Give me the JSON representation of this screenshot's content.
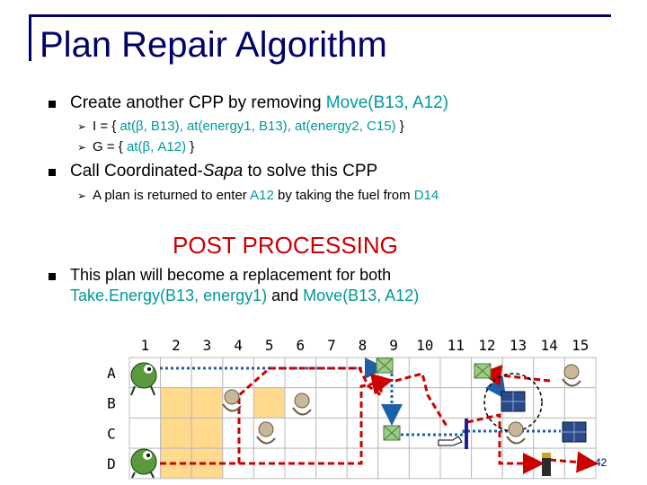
{
  "slide": {
    "title": "Plan Repair Algorithm",
    "page_number": "42",
    "bullet1": {
      "prefix": "Create another CPP by removing ",
      "highlight": "Move(B13, A12)"
    },
    "sub1a": {
      "prefix": "I  =  { ",
      "highlight": "at(β, B13), at(energy1, B13), at(energy2, C15)",
      "suffix": " }"
    },
    "sub1b": {
      "prefix": "G = { ",
      "highlight": "at(β, A12)",
      "suffix": " }"
    },
    "bullet2": {
      "prefix": "Call Coordinated-",
      "italic": "Sapa",
      "suffix": " to solve this CPP"
    },
    "sub2a": {
      "prefix": "A plan is returned to enter ",
      "hl1": "A12",
      "mid": " by taking the fuel from ",
      "hl2": "D14"
    },
    "post_processing": "POST PROCESSING",
    "bullet3": {
      "line1": "This plan will become a replacement for both",
      "hl1": "Take.Energy(B13, energy1)",
      "mid": " and ",
      "hl2": "Move(B13, A12)"
    }
  },
  "grid": {
    "columns": [
      "1",
      "2",
      "3",
      "4",
      "5",
      "6",
      "7",
      "8",
      "9",
      "10",
      "11",
      "12",
      "13",
      "14",
      "15"
    ],
    "rows": [
      "A",
      "B",
      "C",
      "D"
    ],
    "highlighted_cells": [
      "B2",
      "B3",
      "B5",
      "C2",
      "C3",
      "D2",
      "D3"
    ],
    "green_squares": [
      "A9",
      "A12",
      "C9"
    ],
    "icons": [
      "green-robot-A1",
      "green-robot-D1",
      "monkey-A15",
      "monkey-B4",
      "monkey-B6",
      "monkey-C5",
      "monkey-C13",
      "solar-panel-B13",
      "solar-panel-C15",
      "fuel-battery-D14",
      "hand-pointer-C11",
      "dashed-circle-B13"
    ],
    "colors": {
      "highlight": "#FFD98C",
      "red_path": "#CC0000",
      "blue_path": "#1E60A8",
      "green_square": "#9CCC84",
      "grid_line": "#BBBBBB"
    }
  }
}
